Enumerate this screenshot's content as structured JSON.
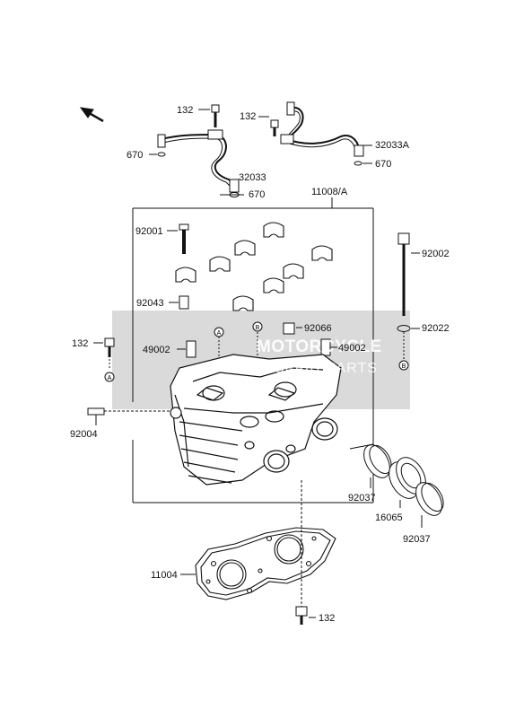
{
  "labels": {
    "p132_a": "132",
    "p132_b": "132",
    "p670_a": "670",
    "p32033": "32033",
    "p670_b": "670",
    "p32033a": "32033A",
    "p670_c": "670",
    "p11008a": "11008/A",
    "p92001": "92001",
    "p92002": "92002",
    "p92043": "92043",
    "p92066": "92066",
    "p92022": "92022",
    "p132_c": "132",
    "p49002_a": "49002",
    "p49002_b": "49002",
    "p92004": "92004",
    "p92037_a": "92037",
    "p16065": "16065",
    "p92037_b": "92037",
    "p11004": "11004",
    "p132_d": "132"
  },
  "callouts": {
    "a": "A",
    "b": "B"
  },
  "watermark": {
    "brand": "MOTORCYCLE",
    "sub": "SPAREPARTS"
  }
}
